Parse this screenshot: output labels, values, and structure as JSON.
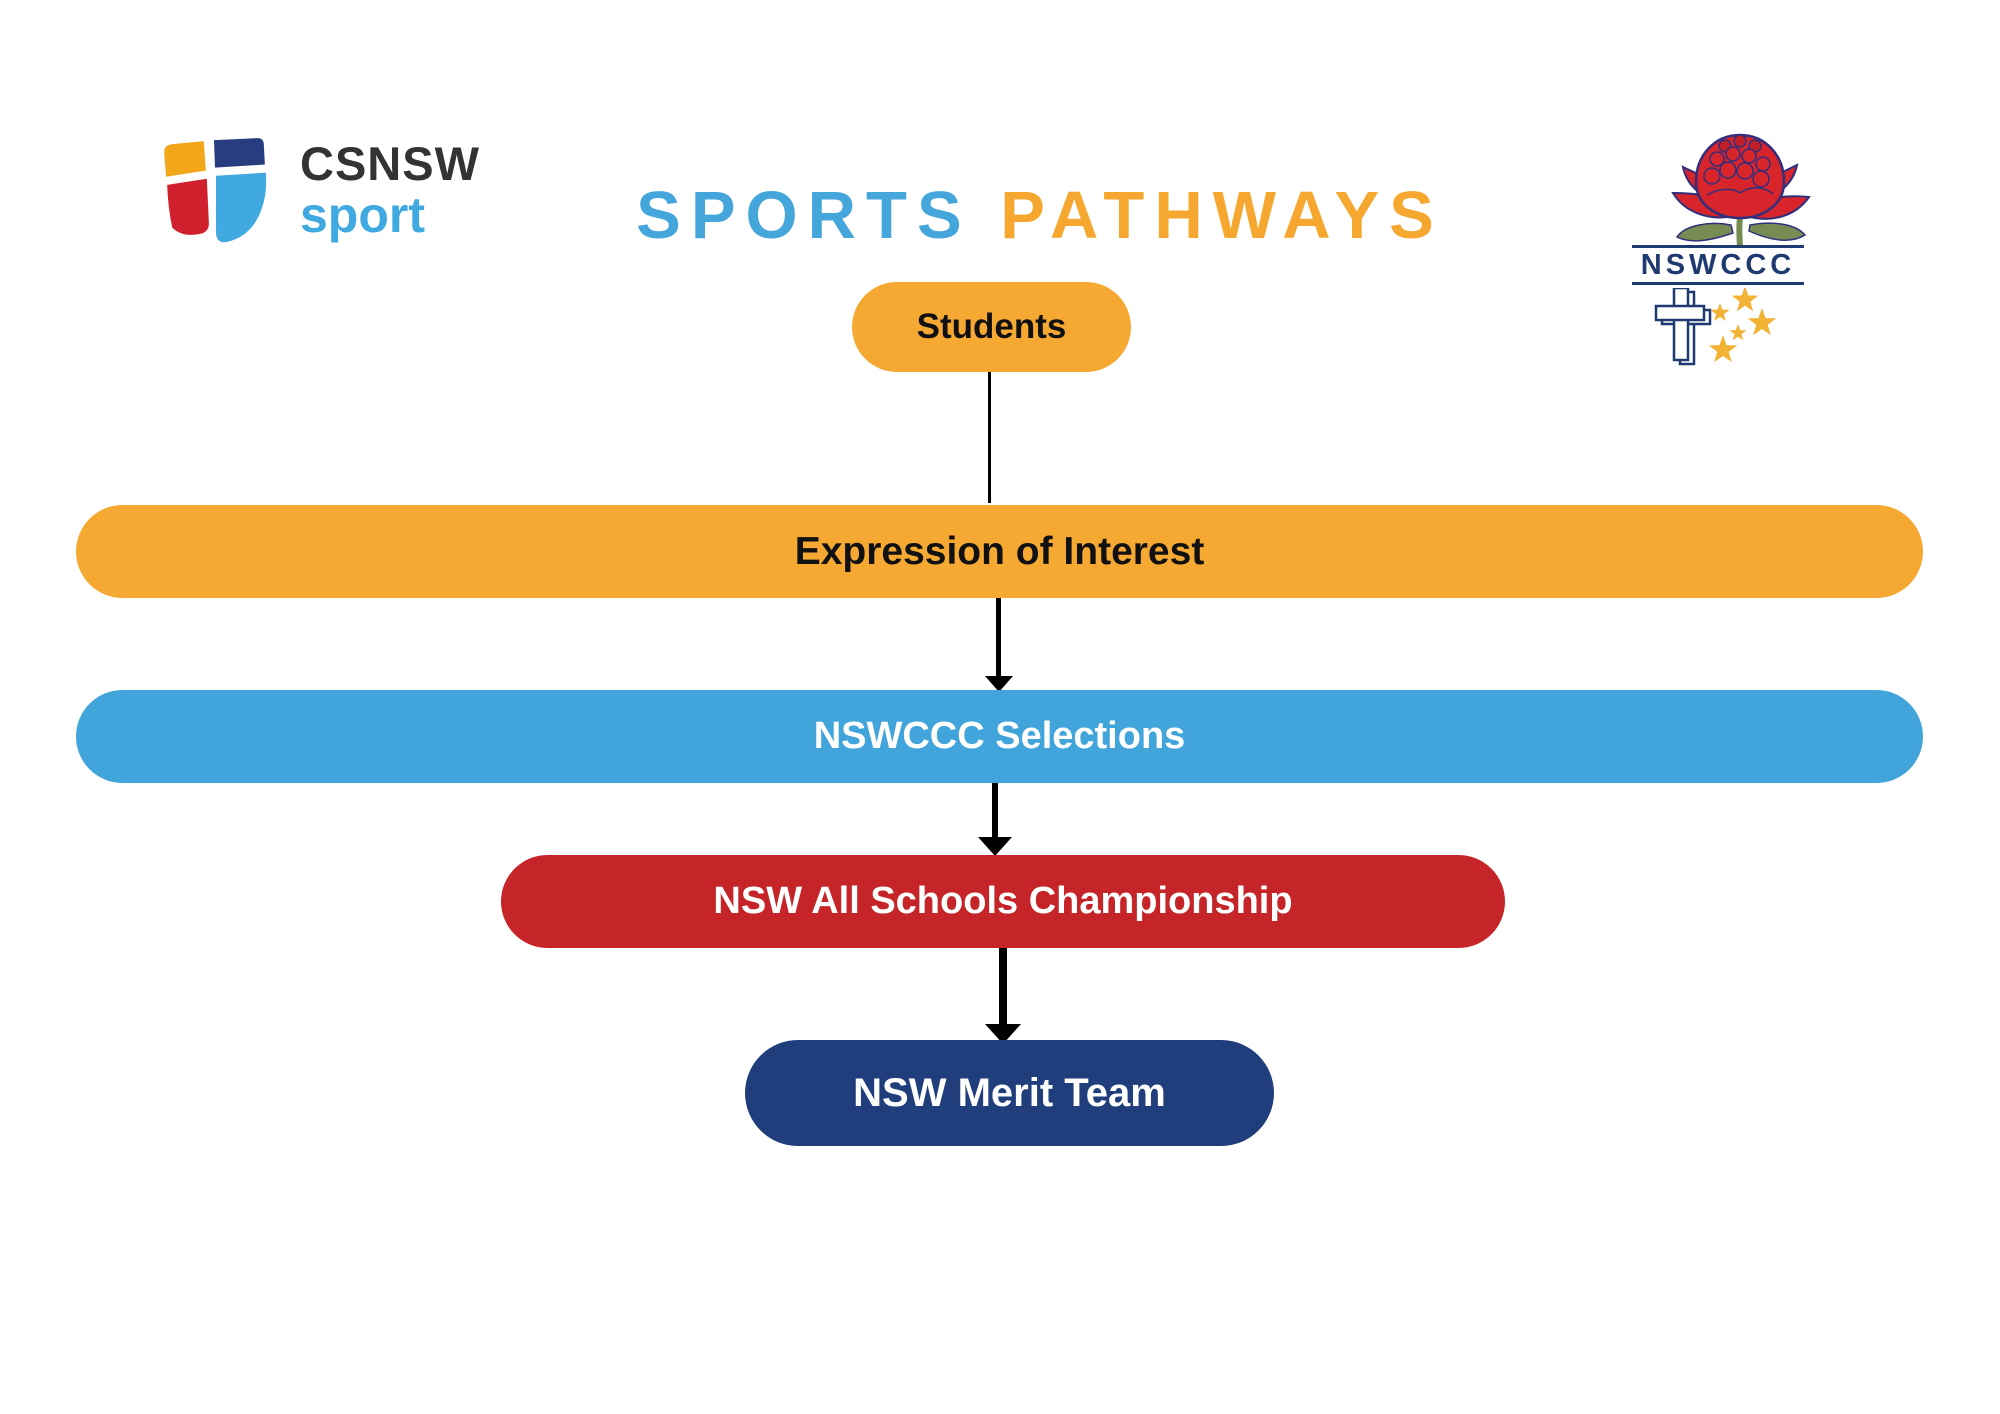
{
  "colors": {
    "canvas": "#ffffff",
    "orange": "#F5A933",
    "blue": "#41A4DA",
    "red": "#C52528",
    "navy": "#213E7C",
    "ink": "#111111",
    "title_blue": "#45A6DC",
    "title_orange": "#F5A72F",
    "logo_amber": "#F2A71B",
    "logo_navy": "#283C80",
    "logo_red": "#D0202E",
    "logo_lightblue": "#3FA9E0",
    "csnsw_ink": "#333333",
    "nswccc_navy": "#1F3A70",
    "star_gold": "#F2B233",
    "waratah_red": "#D8252B",
    "waratah_dark": "#C11F27",
    "waratah_outline": "#312F7C",
    "leaf_green": "#768C52",
    "arrow_black": "#000000"
  },
  "header": {
    "csnsw_logo": {
      "line1": "CSNSW",
      "line2": "sport"
    },
    "title": {
      "part1": "SPORTS",
      "part2": "PATHWAYS"
    },
    "nswccc_logo": {
      "label": "NSWCCC"
    }
  },
  "flowchart": {
    "nodes": [
      {
        "id": "students",
        "label": "Students"
      },
      {
        "id": "expression-of-interest",
        "label": "Expression of Interest"
      },
      {
        "id": "nswccc-selections",
        "label": "NSWCCC Selections"
      },
      {
        "id": "nsw-all-schools-championship",
        "label": "NSW All Schools Championship"
      },
      {
        "id": "nsw-merit-team",
        "label": "NSW Merit Team"
      }
    ]
  }
}
